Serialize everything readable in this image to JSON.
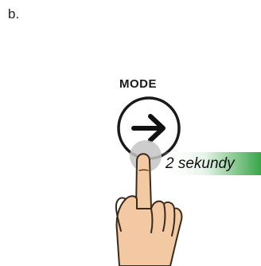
{
  "step": {
    "label": "b."
  },
  "button": {
    "title": "MODE",
    "icon": "arrow-right-icon"
  },
  "gesture": {
    "icon": "pointing-hand-icon"
  },
  "duration": {
    "text": "2 sekundy",
    "accent_color": "#3aa54a"
  }
}
